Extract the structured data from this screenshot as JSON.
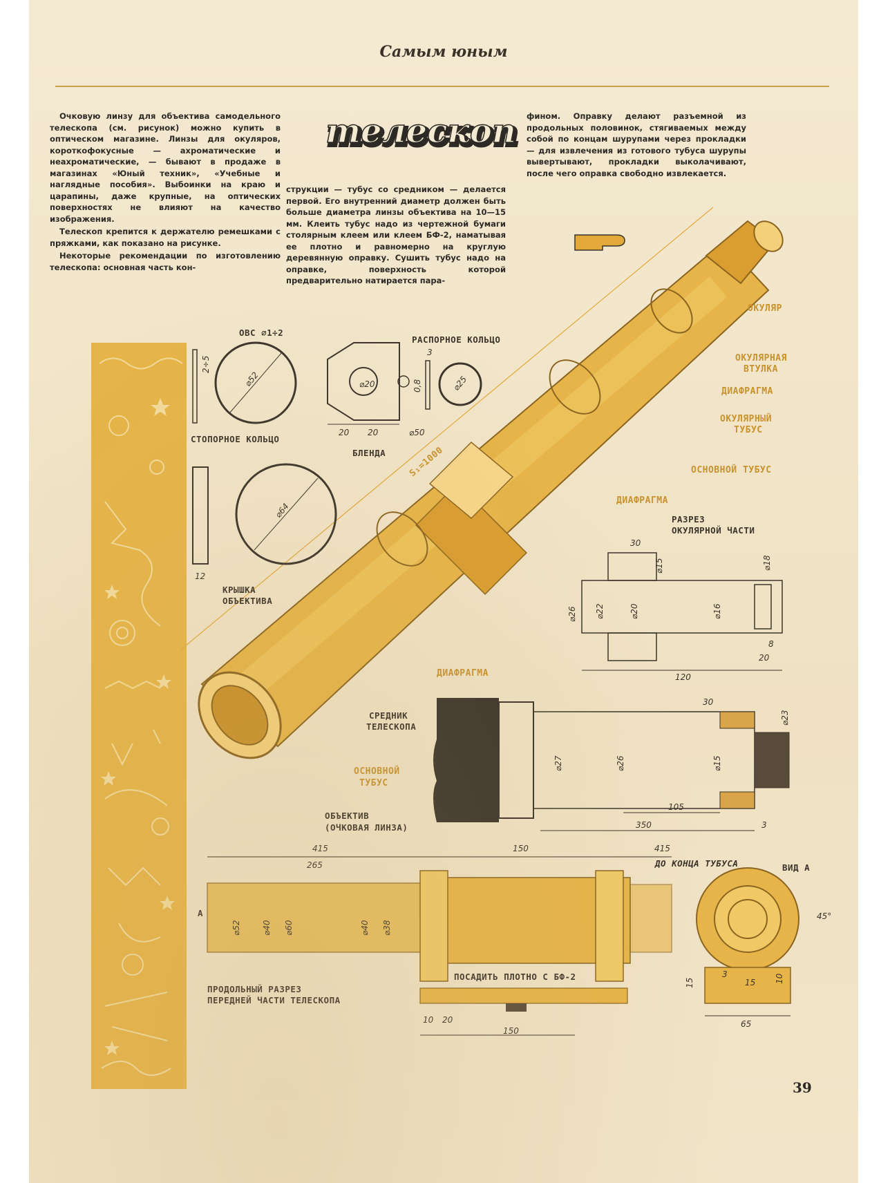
{
  "header": {
    "section": "Самым юным"
  },
  "title": {
    "text": "телескоп"
  },
  "column1": {
    "paragraphs": [
      "Очковую линзу для объектива самодельного телескопа (см. рисунок) можно купить в оптическом магазине. Линзы для окуляров, короткофокусные — ахроматические и неахроматические, — бывают в продаже в магазинах «Юный техник», «Учебные и наглядные пособия». Выбоинки на краю и царапины, даже крупные, на оптических поверхностях не влияют на качество изображения.",
      "Телескоп крепится к держателю ремешками с пряжками, как показано на рисунке.",
      "Некоторые рекомендации по изготовлению телескопа: основная часть кон-"
    ]
  },
  "column2": {
    "paragraphs": [
      "струкции — тубус со средником — делается первой. Его внутренний диаметр должен быть больше диаметра линзы объектива на 10—15 мм. Клеить тубус надо из чертежной бумаги столярным клеем или клеем БФ-2, наматывая ее плотно и равномерно на круглую деревянную оправку. Сушить тубус надо на оправке, поверхность которой предварительно натирается пара-"
    ]
  },
  "column3": {
    "paragraphs": [
      "фином. Оправку делают разъемной из продольных половинок, стягиваемых между собой по концам шурупами через прокладки — для извлечения из готового тубуса шурупы вывертывают, прокладки выколачивают, после чего оправка свободно извлекается."
    ]
  },
  "figures": {
    "ring_stop": {
      "label": "СТОПОРНОЕ КОЛЬЦО",
      "wire": "ОВС ⌀1÷2",
      "dim_a": "2÷5",
      "dim_d": "⌀52"
    },
    "hood": {
      "label": "БЛЕНДА",
      "d20": "⌀20",
      "w1": "20",
      "w2": "20",
      "d50": "⌀50"
    },
    "spacer": {
      "label": "РАСПОРНОЕ КОЛЬЦО",
      "t": "3",
      "h": "0,8",
      "d": "⌀25"
    },
    "cap": {
      "label_line1": "КРЫШКА",
      "label_line2": "ОБЪЕКТИВА",
      "d": "⌀64",
      "h": "12"
    },
    "tube_len": "S₁=1000",
    "callouts": {
      "eyepiece": "ОКУЛЯР",
      "eyepiece_sleeve_1": "ОКУЛЯРНАЯ",
      "eyepiece_sleeve_2": "ВТУЛКА",
      "diaphragm": "ДИАФРАГМА",
      "eyepiece_tube_1": "ОКУЛЯРНЫЙ",
      "eyepiece_tube_2": "ТУБУС",
      "main_tube": "ОСНОВНОЙ ТУБУС",
      "diaphragm2": "ДИАФРАГМА",
      "diaphragm3": "ДИАФРАГМА",
      "main_tube2_1": "ОСНОВНОЙ",
      "main_tube2_2": "ТУБУС",
      "objective_1": "ОБЪЕКТИВ",
      "objective_2": "(ОЧКОВАЯ ЛИНЗА)",
      "middle_1": "СРЕДНИК",
      "middle_2": "ТЕЛЕСКОПА"
    },
    "eyepiece_section": {
      "label_1": "РАЗРЕЗ",
      "label_2": "ОКУЛЯРНОЙ ЧАСТИ",
      "d30": "30",
      "d15": "⌀15",
      "d18": "⌀18",
      "d26": "⌀26",
      "d22": "⌀22",
      "d20": "⌀20",
      "d16": "⌀16",
      "d8": "8",
      "d20b": "20",
      "d120": "120"
    },
    "middle_section": {
      "d30": "30",
      "d23": "⌀23",
      "d27": "⌀27",
      "d26": "⌀26",
      "d15": "⌀15",
      "d105": "105",
      "d350": "350",
      "d3": "3"
    },
    "longitudinal": {
      "label_1": "ПРОДОЛЬНЫЙ РАЗРЕЗ",
      "label_2": "ПЕРЕДНЕЙ ЧАСТИ ТЕЛЕСКОПА",
      "d415": "415",
      "d265": "265",
      "d150": "150",
      "d415b": "415",
      "to_end": "ДО КОНЦА ТУБУСА",
      "arrow_a": "А",
      "d52": "⌀52",
      "d40": "⌀40",
      "d60": "⌀60",
      "d40b": "⌀40",
      "d38": "⌀38",
      "glue": "ПОСАДИТЬ ПЛОТНО С БФ-2",
      "d10": "10",
      "d20": "20",
      "d150b": "150"
    },
    "view_a": {
      "label": "ВИД А",
      "d15a": "15",
      "d3": "3",
      "d15b": "15",
      "d10": "10",
      "d65": "65",
      "angle": "45°"
    }
  },
  "page_number": "39"
}
